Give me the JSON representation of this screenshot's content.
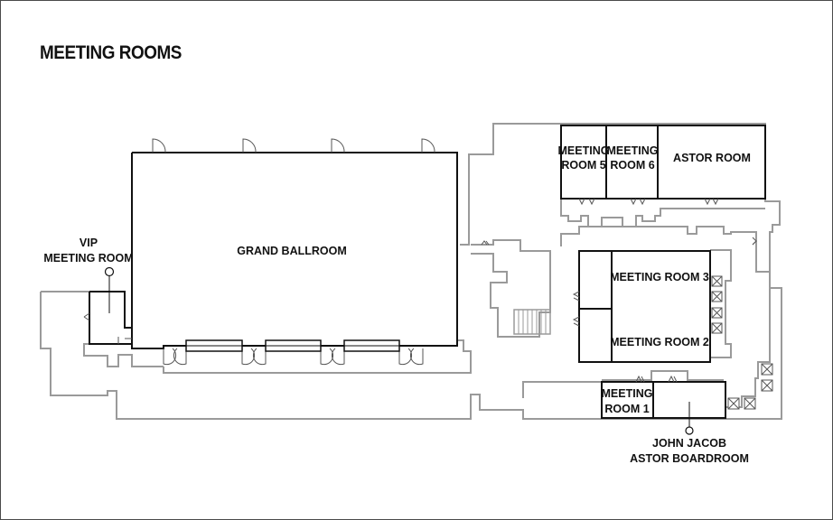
{
  "title": "MEETING ROOMS",
  "rooms": {
    "grand_ballroom": "GRAND BALLROOM",
    "vip_line1": "VIP",
    "vip_line2": "MEETING ROOM",
    "meeting_room_5_line1": "MEETING",
    "meeting_room_5_line2": "ROOM 5",
    "meeting_room_6_line1": "MEETING",
    "meeting_room_6_line2": "ROOM 6",
    "astor_room": "ASTOR ROOM",
    "meeting_room_3": "MEETING ROOM 3",
    "meeting_room_2": "MEETING ROOM 2",
    "meeting_room_1_line1": "MEETING",
    "meeting_room_1_line2": "ROOM 1",
    "boardroom_line1": "JOHN JACOB",
    "boardroom_line2": "ASTOR BOARDROOM"
  },
  "colors": {
    "walls": "#111111",
    "outer_walls": "#9a9a9a",
    "border": "#4a4a4a"
  }
}
